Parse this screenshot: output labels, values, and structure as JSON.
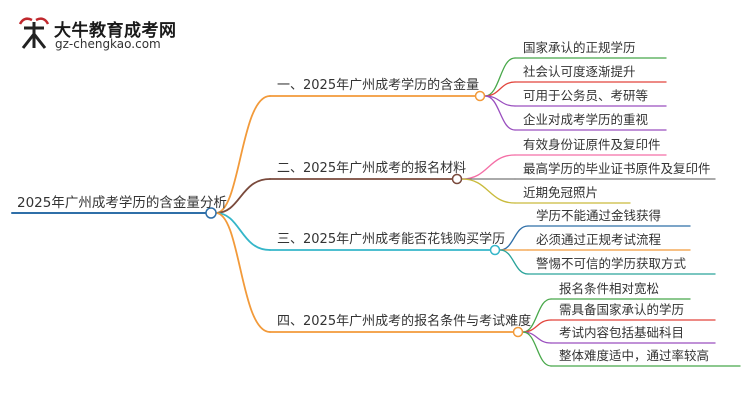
{
  "site": {
    "logo_alt": "大牛",
    "title": "大牛教育成考网",
    "url": "gz-chengkao.com"
  },
  "colors": {
    "root": "#2f6fa8",
    "b1": "#f29a3a",
    "b2": "#7a4a3c",
    "b3": "#35b6c9",
    "b4": "#f29a3a",
    "leaf_green": "#48a84a",
    "leaf_red": "#e2453c",
    "leaf_purple": "#9a4fbf",
    "leaf_pink": "#f46fa6",
    "leaf_gray": "#777777",
    "leaf_olive": "#c9bb3c",
    "leaf_blue": "#2f6fa8",
    "leaf_orange": "#f29a3a",
    "leaf_teal": "#2aa39a"
  },
  "mindmap": {
    "root": "2025年广州成考学历的含金量分析",
    "branches": [
      {
        "label": "一、2025年广州成考学历的含金量",
        "leaves": [
          "国家承认的正规学历",
          "社会认可度逐渐提升",
          "可用于公务员、考研等",
          "企业对成考学历的重视"
        ]
      },
      {
        "label": "二、2025年广州成考的报名材料",
        "leaves": [
          "有效身份证原件及复印件",
          "最高学历的毕业证书原件及复印件",
          "近期免冠照片"
        ]
      },
      {
        "label": "三、2025年广州成考能否花钱购买学历",
        "leaves": [
          "学历不能通过金钱获得",
          "必须通过正规考试流程",
          "警惕不可信的学历获取方式"
        ]
      },
      {
        "label": "四、2025年广州成考的报名条件与考试难度",
        "leaves": [
          "报名条件相对宽松",
          "需具备国家承认的学历",
          "考试内容包括基础科目",
          "整体难度适中，通过率较高"
        ]
      }
    ]
  }
}
